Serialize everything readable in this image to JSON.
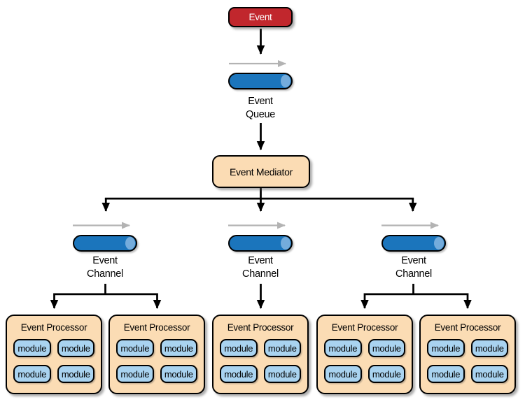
{
  "event": {
    "label": "Event"
  },
  "event_queue": {
    "line1": "Event",
    "line2": "Queue"
  },
  "mediator": {
    "label": "Event Mediator"
  },
  "channels": [
    {
      "line1": "Event",
      "line2": "Channel"
    },
    {
      "line1": "Event",
      "line2": "Channel"
    },
    {
      "line1": "Event",
      "line2": "Channel"
    }
  ],
  "processors": [
    {
      "title": "Event Processor",
      "modules": [
        "module",
        "module",
        "module",
        "module"
      ]
    },
    {
      "title": "Event Processor",
      "modules": [
        "module",
        "module",
        "module",
        "module"
      ]
    },
    {
      "title": "Event Processor",
      "modules": [
        "module",
        "module",
        "module",
        "module"
      ]
    },
    {
      "title": "Event Processor",
      "modules": [
        "module",
        "module",
        "module",
        "module"
      ]
    },
    {
      "title": "Event Processor",
      "modules": [
        "module",
        "module",
        "module",
        "module"
      ]
    }
  ],
  "colors": {
    "event-red": "#C1272D",
    "panel-tan": "#FBDCB4",
    "cylinder-blue": "#1B75BC",
    "cylinder-cap": "#74ACDC",
    "module-blue": "#A9D3F0",
    "arrow-gray": "#B3B3B3",
    "line-black": "#000000"
  }
}
